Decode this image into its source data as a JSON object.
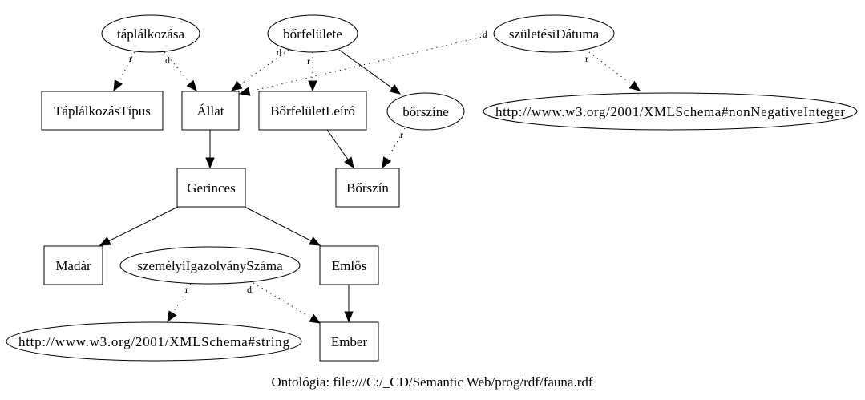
{
  "caption": "Ontológia: file:///C:/_CD/Semantic Web/prog/rdf/fauna.rdf",
  "nodes": {
    "taplalkozasa": {
      "label": "táplálkozása",
      "kind": "property"
    },
    "borfelulete": {
      "label": "bőrfelülete",
      "kind": "property"
    },
    "szuletesiDatuma": {
      "label": "születésiDátuma",
      "kind": "property"
    },
    "TaplalkozasTipus": {
      "label": "TáplálkozásTípus",
      "kind": "class"
    },
    "Allat": {
      "label": "Állat",
      "kind": "class"
    },
    "BorfeluletLeiro": {
      "label": "BőrfelületLeíró",
      "kind": "class"
    },
    "borszine": {
      "label": "bőrszíne",
      "kind": "property"
    },
    "nonNegativeInteger": {
      "label": "http://www.w3.org/2001/XMLSchema#nonNegativeInteger",
      "kind": "datatype"
    },
    "Gerinces": {
      "label": "Gerinces",
      "kind": "class"
    },
    "Borszin": {
      "label": "Bőrszín",
      "kind": "class"
    },
    "Madar": {
      "label": "Madár",
      "kind": "class"
    },
    "szemelyiIgazolvanySzama": {
      "label": "személyiIgazolványSzáma",
      "kind": "property"
    },
    "Emlos": {
      "label": "Emlős",
      "kind": "class"
    },
    "string": {
      "label": "http://www.w3.org/2001/XMLSchema#string",
      "kind": "datatype"
    },
    "Ember": {
      "label": "Ember",
      "kind": "class"
    }
  },
  "edges": [
    {
      "from": "taplalkozasa",
      "to": "TaplalkozasTipus",
      "label": "r",
      "style": "dotted"
    },
    {
      "from": "taplalkozasa",
      "to": "Allat",
      "label": "d",
      "style": "dotted"
    },
    {
      "from": "borfelulete",
      "to": "Allat",
      "label": "d",
      "style": "dotted"
    },
    {
      "from": "borfelulete",
      "to": "BorfeluletLeiro",
      "label": "r",
      "style": "dotted"
    },
    {
      "from": "borfelulete",
      "to": "borszine",
      "label": "",
      "style": "solid"
    },
    {
      "from": "szuletesiDatuma",
      "to": "Allat",
      "label": "d",
      "style": "dotted"
    },
    {
      "from": "szuletesiDatuma",
      "to": "nonNegativeInteger",
      "label": "r",
      "style": "dotted"
    },
    {
      "from": "Allat",
      "to": "Gerinces",
      "label": "",
      "style": "solid"
    },
    {
      "from": "BorfeluletLeiro",
      "to": "Borszin",
      "label": "",
      "style": "solid"
    },
    {
      "from": "borszine",
      "to": "Borszin",
      "label": "r",
      "style": "dotted"
    },
    {
      "from": "Gerinces",
      "to": "Madar",
      "label": "",
      "style": "solid"
    },
    {
      "from": "Gerinces",
      "to": "Emlos",
      "label": "",
      "style": "solid"
    },
    {
      "from": "Emlos",
      "to": "Ember",
      "label": "",
      "style": "solid"
    },
    {
      "from": "szemelyiIgazolvanySzama",
      "to": "string",
      "label": "r",
      "style": "dotted"
    },
    {
      "from": "szemelyiIgazolvanySzama",
      "to": "Ember",
      "label": "d",
      "style": "dotted"
    }
  ]
}
